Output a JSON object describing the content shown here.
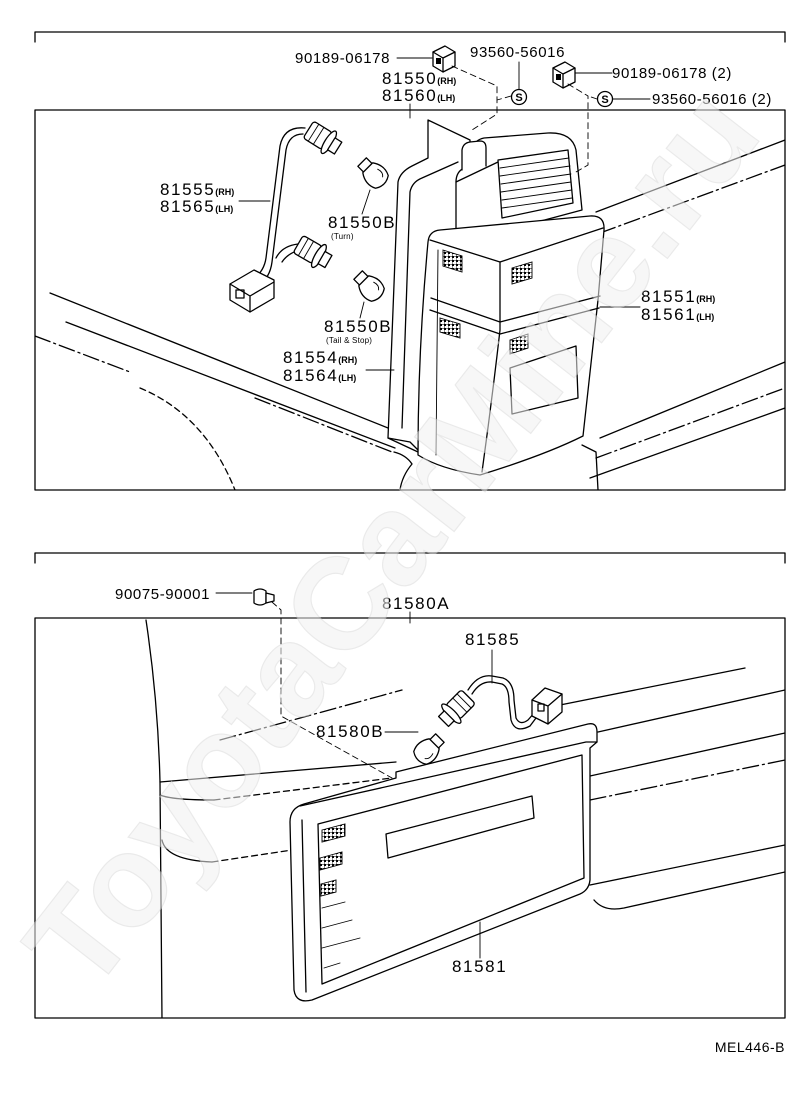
{
  "diagram_code": "MEL446-B",
  "watermark": "ToyotaCarMine.ru",
  "screw_symbol": "S",
  "top_panel": {
    "clip": "90189-06178",
    "screw": "93560-56016",
    "clip_pair": "90189-06178 (2)",
    "screw_pair": "93560-56016 (2)",
    "lamp_assy": {
      "rh_part": "81550",
      "rh_tag": "(RH)",
      "lh_part": "81560",
      "lh_tag": "(LH)"
    },
    "socket_wire": {
      "rh_part": "81555",
      "rh_tag": "(RH)",
      "lh_part": "81565",
      "lh_tag": "(LH)"
    },
    "bulb_turn": {
      "part": "81550B",
      "note": "(Turn)"
    },
    "bulb_tail_stop": {
      "part": "81550B",
      "note": "(Tail & Stop)"
    },
    "housing": {
      "rh_part": "81554",
      "rh_tag": "(RH)",
      "lh_part": "81564",
      "lh_tag": "(LH)"
    },
    "lens": {
      "rh_part": "81551",
      "rh_tag": "(RH)",
      "lh_part": "81561",
      "lh_tag": "(LH)"
    }
  },
  "bottom_panel": {
    "screw": "90075-90001",
    "lamp_assy": "81580A",
    "socket_wire": "81585",
    "bulb": "81580B",
    "lens": "81581"
  }
}
